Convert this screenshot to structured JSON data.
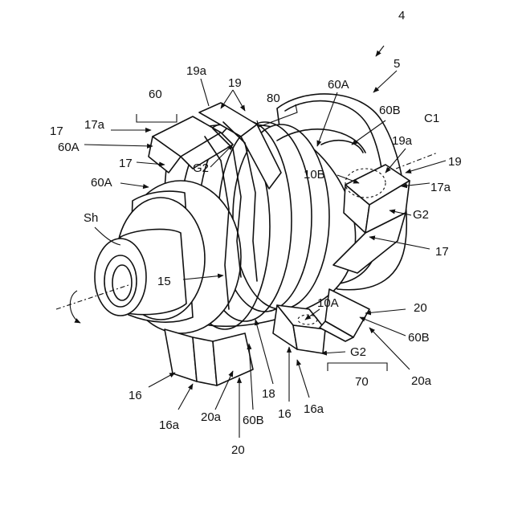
{
  "labels": {
    "assembly_ref": "4",
    "part_ref": "5",
    "sixty_top": "60",
    "nineteen_a_top": "19a",
    "nineteen_top": "19",
    "eighty": "80",
    "sixtyA_top": "60A",
    "sixtyB_top": "60B",
    "c1": "C1",
    "seventeen_a_left": "17a",
    "seventeen_left1": "17",
    "sixtyA_left1": "60A",
    "seventeen_left2": "17",
    "g2_left": "G2",
    "sixtyA_left2": "60A",
    "nineteen_a_right": "19a",
    "nineteen_right": "19",
    "ten_b": "10B",
    "seventeen_a_right": "17a",
    "g2_right": "G2",
    "seventeen_right": "17",
    "sh": "Sh",
    "fifteen": "15",
    "ten_a": "10A",
    "twenty_right": "20",
    "sixtyB_right": "60B",
    "g2_bottom": "G2",
    "seventy": "70",
    "twenty_a_right": "20a",
    "sixteen_left": "16",
    "sixteen_a_left": "16a",
    "twenty_a_left": "20a",
    "sixtyB_bottom": "60B",
    "eighteen": "18",
    "sixteen_bottom": "16",
    "sixteen_a_bottom": "16a",
    "twenty_bottom": "20"
  }
}
